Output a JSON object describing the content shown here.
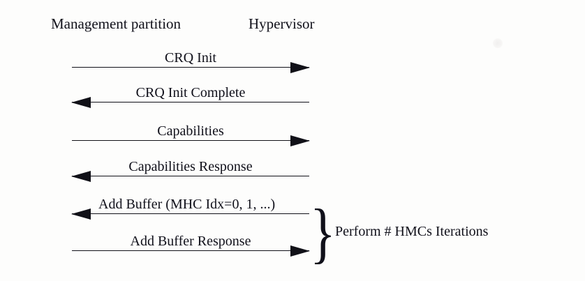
{
  "diagram": {
    "type": "sequence-diagram",
    "background_color": "#fdfdfc",
    "ink_color": "#10101a",
    "lanes": [
      {
        "id": "management-partition",
        "label": "Management partition"
      },
      {
        "id": "hypervisor",
        "label": "Hypervisor"
      }
    ],
    "messages": [
      {
        "id": "crq-init",
        "label": "CRQ Init",
        "direction": "right"
      },
      {
        "id": "crq-init-complete",
        "label": "CRQ Init Complete",
        "direction": "left"
      },
      {
        "id": "capabilities",
        "label": "Capabilities",
        "direction": "right"
      },
      {
        "id": "capabilities-response",
        "label": "Capabilities Response",
        "direction": "left"
      },
      {
        "id": "add-buffer",
        "label": "Add Buffer (MHC Idx=0, 1, ...)",
        "direction": "left"
      },
      {
        "id": "add-buffer-response",
        "label": "Add Buffer Response",
        "direction": "right"
      }
    ],
    "group": {
      "brace_glyph": "}",
      "note": "Perform # HMCs Iterations",
      "covers": [
        "add-buffer",
        "add-buffer-response"
      ]
    }
  }
}
